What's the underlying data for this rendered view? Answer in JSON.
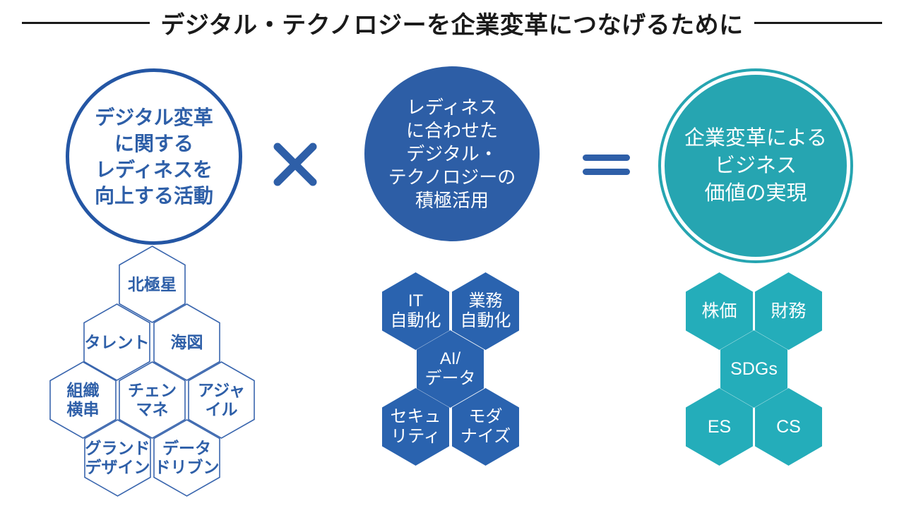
{
  "title": "デジタル・テクノロジーを企業変革につなげるために",
  "equation": {
    "multiply_symbol": "×",
    "equals_symbol": "=",
    "readiness_circle": {
      "lines": [
        "デジタル変革",
        "に関する",
        "レディネスを",
        "向上する活動"
      ]
    },
    "technology_circle": {
      "lines": [
        "レディネス",
        "に合わせた",
        "デジタル・",
        "テクノロジーの",
        "積極活用"
      ]
    },
    "value_circle": {
      "lines": [
        "企業変革による",
        "ビジネス",
        "価値の実現"
      ]
    }
  },
  "hex_clusters": {
    "readiness": [
      {
        "lines": [
          "北極星",
          ""
        ]
      },
      {
        "lines": [
          "タレント",
          ""
        ]
      },
      {
        "lines": [
          "海図",
          ""
        ]
      },
      {
        "lines": [
          "組織",
          "横串"
        ]
      },
      {
        "lines": [
          "チェン",
          "マネ"
        ]
      },
      {
        "lines": [
          "アジャ",
          "イル"
        ]
      },
      {
        "lines": [
          "グランド",
          "デザイン"
        ]
      },
      {
        "lines": [
          "データ",
          "ドリブン"
        ]
      }
    ],
    "technology": [
      {
        "lines": [
          "IT",
          "自動化"
        ]
      },
      {
        "lines": [
          "業務",
          "自動化"
        ]
      },
      {
        "lines": [
          "AI/",
          "データ"
        ]
      },
      {
        "lines": [
          "セキュ",
          "リティ"
        ]
      },
      {
        "lines": [
          "モダ",
          "ナイズ"
        ]
      }
    ],
    "value": [
      {
        "lines": [
          "株価",
          ""
        ]
      },
      {
        "lines": [
          "財務",
          ""
        ]
      },
      {
        "lines": [
          "SDGs",
          ""
        ]
      },
      {
        "lines": [
          "ES",
          ""
        ]
      },
      {
        "lines": [
          "CS",
          ""
        ]
      }
    ]
  },
  "colors": {
    "title_black": "#1a1a1a",
    "primary_blue": "#2e5fa8",
    "circle_border_blue": "#2456a4",
    "circle_fill_blue": "#2d5ea6",
    "hex_fill_blue": "#2a63af",
    "hex_outline_blue": "#3a66ae",
    "teal": "#26a5b1",
    "hex_fill_teal": "#24adba"
  }
}
